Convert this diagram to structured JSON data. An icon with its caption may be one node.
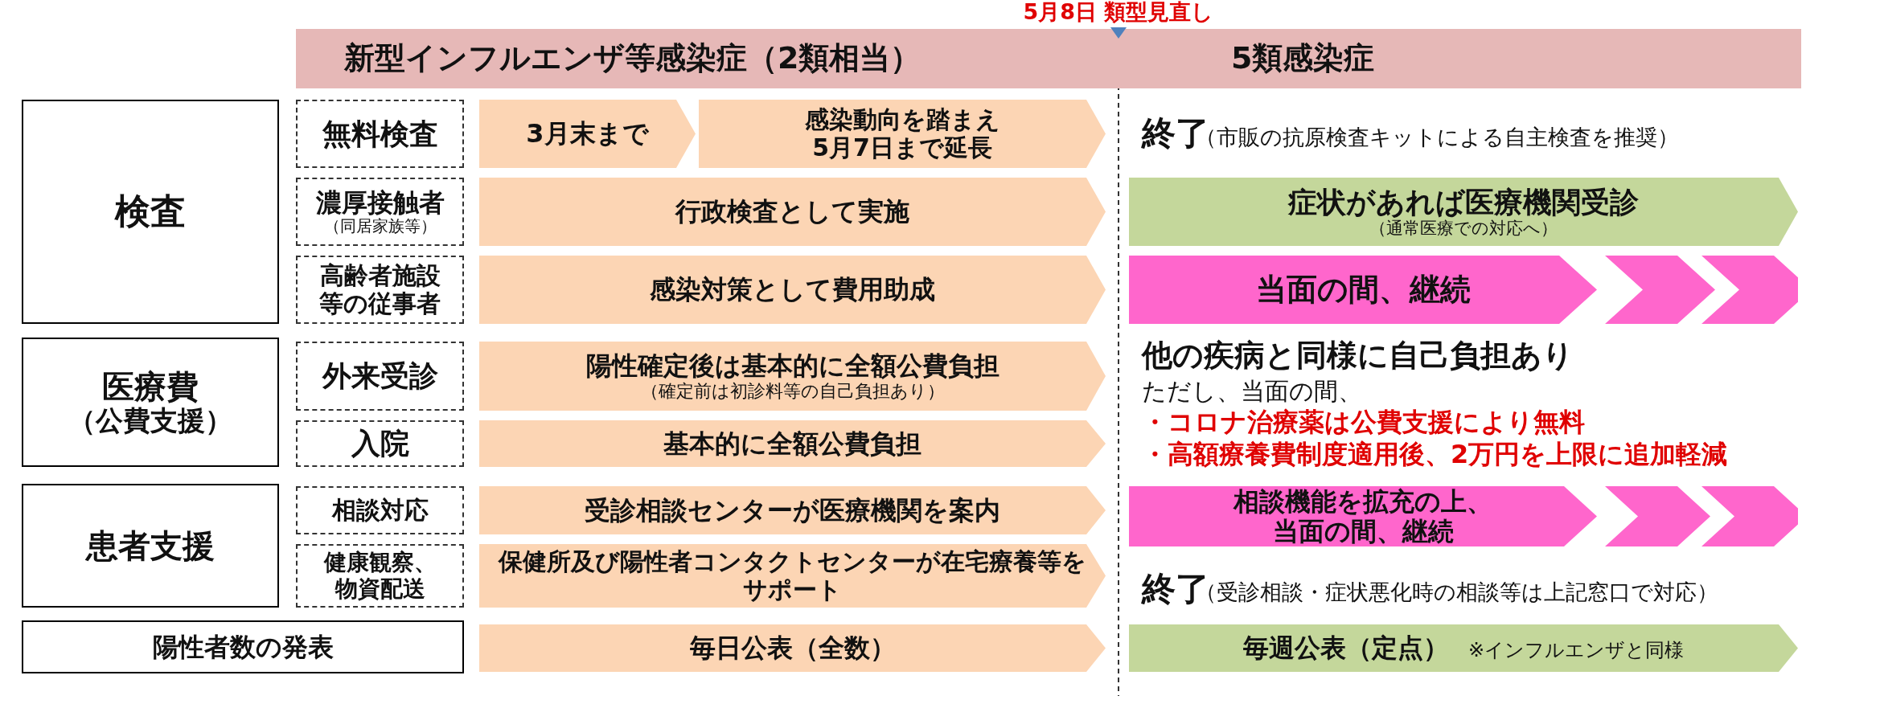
{
  "diagram": {
    "nodes": [
      {
        "text": [
          "新型インフルエンザ等感染症（2類相当）"
        ]
      },
      {
        "text": [
          "5類感染症"
        ]
      },
      {
        "text": [
          "検査"
        ]
      },
      {
        "text": [
          "無料検査"
        ]
      },
      {
        "text": [
          "3月末まで"
        ]
      },
      {
        "text": [
          "感染動向を踏まえ5月7日まで延長"
        ]
      },
      {
        "text": [
          "濃厚接触者",
          "（同居家族等）"
        ]
      },
      {
        "text": [
          "行政検査として実施"
        ]
      },
      {
        "text": [
          "症状があれば医療機関受診",
          "（通常医療での対応へ）"
        ]
      },
      {
        "text": [
          "高齢者施設等の従事者"
        ]
      },
      {
        "text": [
          "感染対策として費用助成"
        ]
      },
      {
        "text": [
          "当面の間、継続"
        ]
      },
      {
        "text": [
          "医療費",
          "（公費支援）"
        ]
      },
      {
        "text": [
          "外来受診"
        ]
      },
      {
        "text": [
          "陽性確定後は基本的に全額公費負担",
          "（確定前は初診料等の自己負担あり）"
        ]
      },
      {
        "text": [
          "入院"
        ]
      },
      {
        "text": [
          "基本的に全額公費負担"
        ]
      },
      {
        "text": [
          "患者支援"
        ]
      },
      {
        "text": [
          "相談対応"
        ]
      },
      {
        "text": [
          "受診相談センターが医療機関を案内"
        ]
      },
      {
        "text": [
          "相談機能を拡充の上、当面の間、継続"
        ]
      },
      {
        "text": [
          "健康観察、物資配送"
        ]
      },
      {
        "text": [
          "保健所及び陽性者コンタクトセンターが在宅療養等をサポート"
        ]
      },
      {
        "text": [
          "陽性者数の発表"
        ]
      },
      {
        "text": [
          "毎日公表（全数）"
        ]
      },
      {
        "text": [
          "毎週公表（定点）",
          "※インフルエンザと同様"
        ]
      }
    ],
    "labels": [
      "5月8日 類型見直し",
      "終了",
      "（市販の抗原検査キットによる自主検査を推奨）",
      "他の疾病と同様に自己負担あり",
      "ただし、当面の間、",
      "・コロナ治療薬は公費支援により無料",
      "・高額療養費制度適用後、2万円を上限に追加軽減",
      "終了",
      "（受診相談・症状悪化時の相談等は上記窓口で対応）"
    ]
  }
}
